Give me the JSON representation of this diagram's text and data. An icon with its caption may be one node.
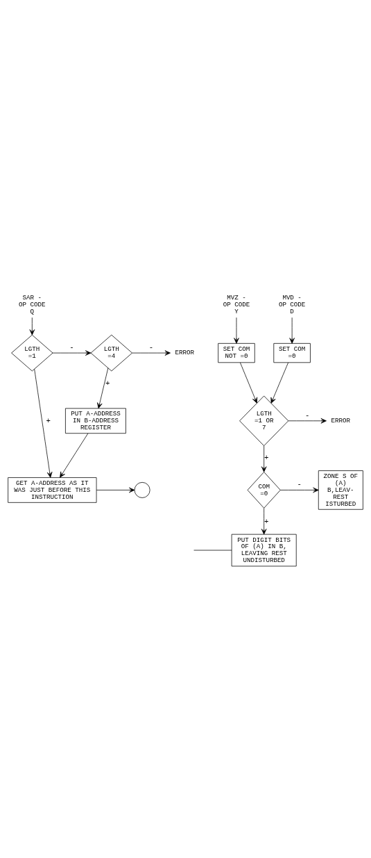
{
  "diagram": {
    "nodes": [
      {
        "text": [
          "SAR - OP CODE Q"
        ]
      },
      {
        "text": [
          "LGTH =1"
        ]
      },
      {
        "text": [
          "LGTH =4"
        ]
      },
      {
        "text": [
          "ERROR"
        ]
      },
      {
        "text": [
          "PUT A-ADDRESS IN B-ADDRESS REGISTER"
        ]
      },
      {
        "text": [
          "GET A-ADDRESS AS IT WAS JUST BEFORE THIS INSTRUCTION"
        ]
      },
      {
        "text": [],
        "shape": "circle"
      },
      {
        "text": [
          "MVZ - OP CODE Y"
        ]
      },
      {
        "text": [
          "MVD - OP CODE D"
        ]
      },
      {
        "text": [
          "SET COM NOT =0"
        ]
      },
      {
        "text": [
          "SET COM =0"
        ]
      },
      {
        "text": [
          "LGTH =1 OR 7"
        ]
      },
      {
        "text": [
          "ERROR"
        ]
      },
      {
        "text": [
          "COM =0"
        ]
      },
      {
        "text": [
          "ZONE S OF (A) B,LEAV- REST ISTURBED"
        ]
      },
      {
        "text": [
          "PUT DIGIT BITS OF (A) IN B, LEAVING REST UNDISTURBED"
        ]
      }
    ],
    "edges": [
      {
        "from": 0,
        "to": 1,
        "arrow": "to"
      },
      {
        "from": 1,
        "to": 2,
        "arrow": "to",
        "label": "-"
      },
      {
        "from": 2,
        "to": 3,
        "arrow": "to",
        "label": "-"
      },
      {
        "from": 2,
        "to": 4,
        "arrow": "to",
        "label": "+"
      },
      {
        "from": 1,
        "to": 5,
        "arrow": "to",
        "label": "+"
      },
      {
        "from": 4,
        "to": 5,
        "arrow": "to"
      },
      {
        "from": 5,
        "to": 6,
        "arrow": "to"
      },
      {
        "from": 7,
        "to": 9,
        "arrow": "to"
      },
      {
        "from": 8,
        "to": 10,
        "arrow": "to"
      },
      {
        "from": 9,
        "to": 11,
        "arrow": "to"
      },
      {
        "from": 10,
        "to": 11,
        "arrow": "to"
      },
      {
        "from": 11,
        "to": 12,
        "arrow": "to",
        "label": "-"
      },
      {
        "from": 11,
        "to": 13,
        "arrow": "to",
        "label": "+"
      },
      {
        "from": 13,
        "to": 14,
        "arrow": "to",
        "label": "-"
      },
      {
        "from": 13,
        "to": 15,
        "arrow": "to",
        "label": "+"
      },
      {
        "from": null,
        "to": 15,
        "arrow": "none"
      }
    ]
  }
}
